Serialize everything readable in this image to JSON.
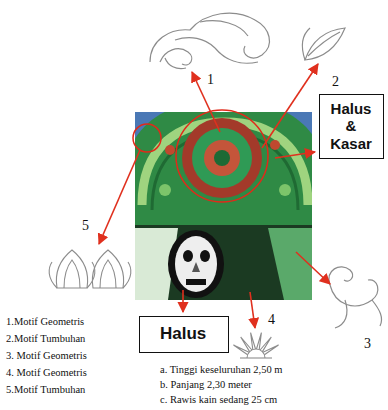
{
  "diagram": {
    "nodes": [
      {
        "text": [
          "Halus & Kasar"
        ]
      },
      {
        "text": [
          "Halus"
        ]
      }
    ],
    "labels": [
      "1",
      "2",
      "5",
      "3",
      "4",
      "1.Motif Geometris",
      "2.Motif Tumbuhan",
      "3. Motif Geometris",
      "4. Motif Geometris",
      "5.Motif Tumbuhan",
      "a. Tinggi keseluruhan 2,50 m",
      "b. Panjang 2,30 meter",
      "c. Rawis kain sedang 25 cm"
    ]
  }
}
